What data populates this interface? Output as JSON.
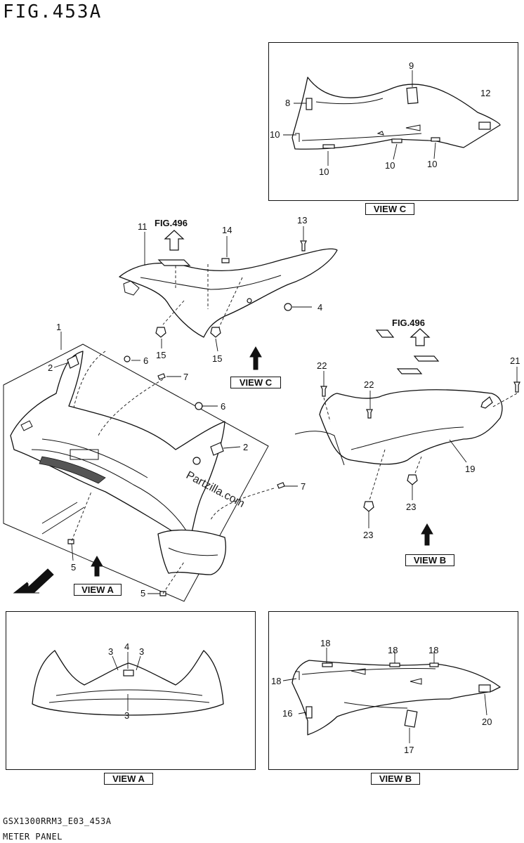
{
  "figure": {
    "title": "FIG.453A",
    "fig_refs": [
      "FIG.496",
      "FIG.496"
    ]
  },
  "views": {
    "view_a": "VIEW A",
    "view_b": "VIEW B",
    "view_c": "VIEW C",
    "fwd": "FWD"
  },
  "callouts": {
    "main": [
      "1",
      "2",
      "2",
      "5",
      "5",
      "6",
      "6",
      "7",
      "7"
    ],
    "upper_left": [
      "11",
      "13",
      "14",
      "4",
      "15",
      "15"
    ],
    "upper_right": [
      "22",
      "22",
      "21",
      "19",
      "23",
      "23"
    ],
    "view_c": [
      "9",
      "8",
      "12",
      "10",
      "10",
      "10",
      "10"
    ],
    "view_a": [
      "4",
      "3",
      "3",
      "3"
    ],
    "view_b": [
      "18",
      "18",
      "18",
      "18",
      "16",
      "17",
      "20"
    ]
  },
  "footer": {
    "code": "GSX1300RRM3_E03_453A",
    "name": "METER PANEL"
  },
  "watermark": "Partzilla.com"
}
